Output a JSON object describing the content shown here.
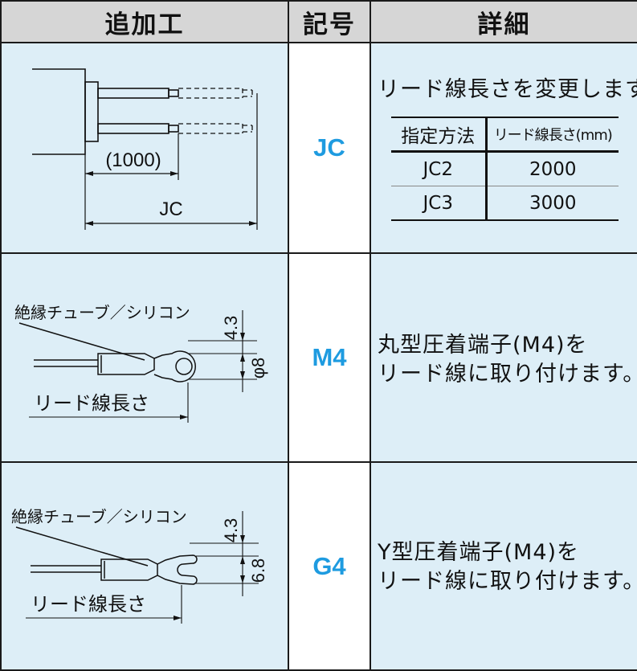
{
  "header": {
    "col1": "追加工",
    "col2": "記号",
    "col3": "詳細"
  },
  "rows": [
    {
      "code": "JC",
      "figure": {
        "dim_inner": "(1000)",
        "dim_outer": "JC"
      },
      "detail": {
        "text": "リード線長さを変更します。",
        "table": {
          "headers": [
            "指定方法",
            "リード線長さ(mm)"
          ],
          "rows": [
            [
              "JC2",
              "2000"
            ],
            [
              "JC3",
              "3000"
            ]
          ]
        }
      }
    },
    {
      "code": "M4",
      "figure": {
        "tube_label": "絶縁チューブ／シリコン",
        "dim_top": "4.3",
        "dim_dia": "φ8",
        "wire_label": "リード線長さ"
      },
      "detail": {
        "line1": "丸型圧着端子(M4)を",
        "line2": "リード線に取り付けます。"
      }
    },
    {
      "code": "G4",
      "figure": {
        "tube_label": "絶縁チューブ／シリコン",
        "dim_top": "4.3",
        "dim_width": "6.8",
        "wire_label": "リード線長さ"
      },
      "detail": {
        "line1": "Y型圧着端子(M4)を",
        "line2": "リード線に取り付けます。"
      }
    }
  ]
}
